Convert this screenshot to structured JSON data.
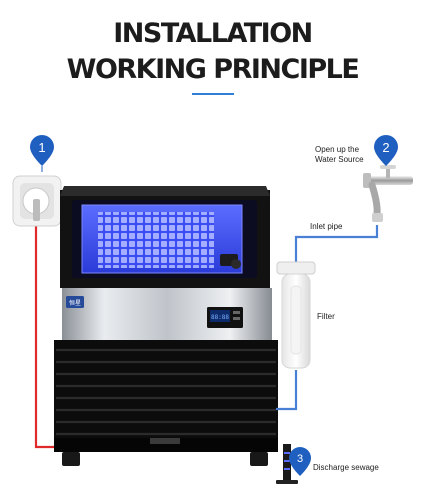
{
  "header": {
    "title_line1": "INSTALLATION",
    "title_line2": "WORKING PRINCIPLE",
    "subtitle": ""
  },
  "steps": [
    {
      "number": "1",
      "label": ""
    },
    {
      "number": "2",
      "label": "Open up the Water Source"
    },
    {
      "number": "3",
      "label": "Discharge sewage"
    }
  ],
  "callouts": {
    "step2_line1": "Open up the",
    "step2_line2": "Water Source",
    "inlet_pipe": "Inlet pipe",
    "filter": "Filter",
    "discharge": "Discharge sewage"
  },
  "machine": {
    "display_readout": "88:88",
    "brand_badge": "恒星"
  },
  "colors": {
    "accent_blue": "#2f7fd9",
    "pin_blue": "#1f5fbf",
    "power_cable_red": "#e0292a",
    "water_pipe_blue": "#4a7fd6",
    "ice_glow": "#3f57ff"
  }
}
